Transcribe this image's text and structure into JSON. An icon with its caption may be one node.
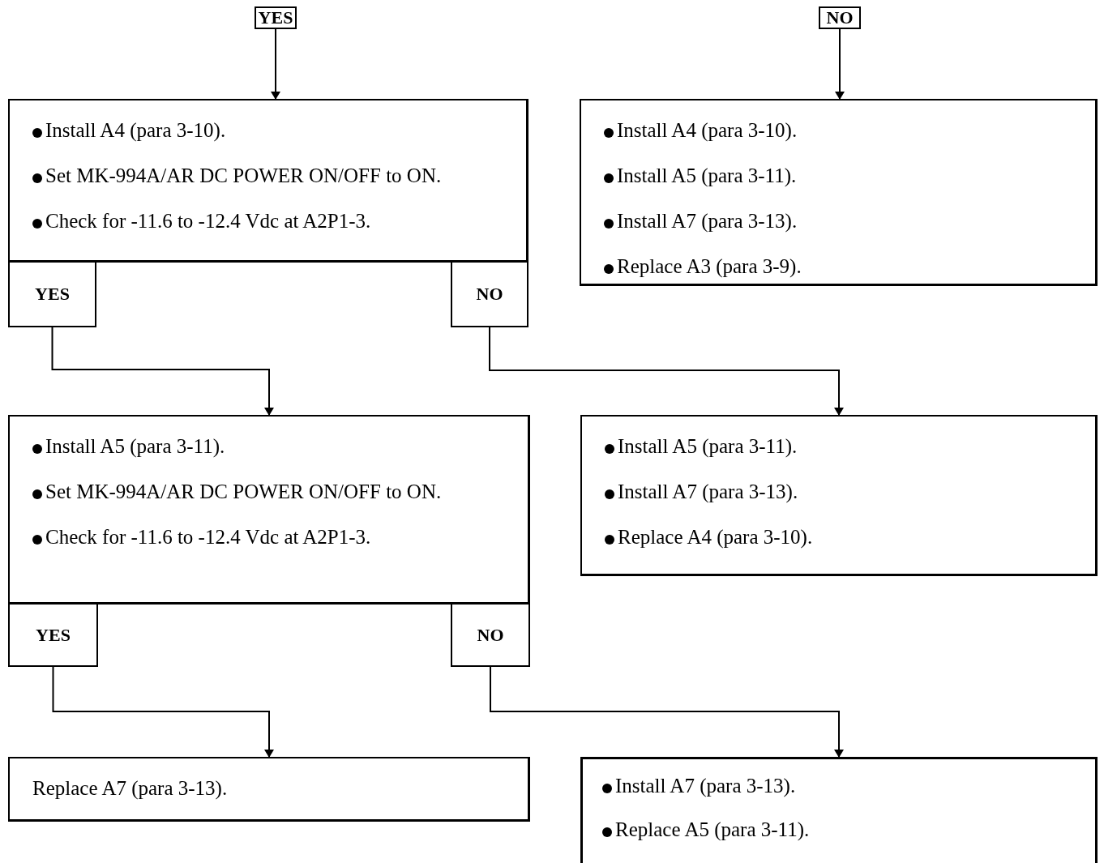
{
  "diagram": {
    "nodes": [
      {
        "text": [
          "YES"
        ]
      },
      {
        "text": [
          "NO"
        ]
      },
      {
        "text": [
          "Install A4 (para 3-10).",
          "Set MK-994A/AR DC POWER ON/OFF to ON.",
          "Check for -11.6 to -12.4 Vdc at A2P1-3."
        ]
      },
      {
        "text": [
          "YES"
        ]
      },
      {
        "text": [
          "NO"
        ]
      },
      {
        "text": [
          "Install A4 (para 3-10).",
          "Install A5 (para 3-11).",
          "Install A7 (para 3-13).",
          "Replace A3 (para 3-9)."
        ]
      },
      {
        "text": [
          "Install A5 (para 3-11).",
          "Set MK-994A/AR DC POWER ON/OFF to ON.",
          "Check for -11.6 to -12.4 Vdc at A2P1-3."
        ]
      },
      {
        "text": [
          "YES"
        ]
      },
      {
        "text": [
          "NO"
        ]
      },
      {
        "text": [
          "Install A5 (para 3-11).",
          "Install A7 (para 3-13).",
          "Replace A4 (para 3-10)."
        ]
      },
      {
        "text": [
          "Replace A7 (para 3-13)."
        ]
      },
      {
        "text": [
          "Install A7 (para 3-13).",
          "Replace A5 (para 3-11)."
        ]
      }
    ],
    "edges": [
      {
        "from": 0,
        "to": 2,
        "arrow": "to"
      },
      {
        "from": 1,
        "to": 5,
        "arrow": "to"
      },
      {
        "from": 3,
        "to": 6,
        "arrow": "to"
      },
      {
        "from": 4,
        "to": 9,
        "arrow": "to"
      },
      {
        "from": 7,
        "to": 10,
        "arrow": "to"
      },
      {
        "from": 8,
        "to": 11,
        "arrow": "to"
      }
    ]
  }
}
